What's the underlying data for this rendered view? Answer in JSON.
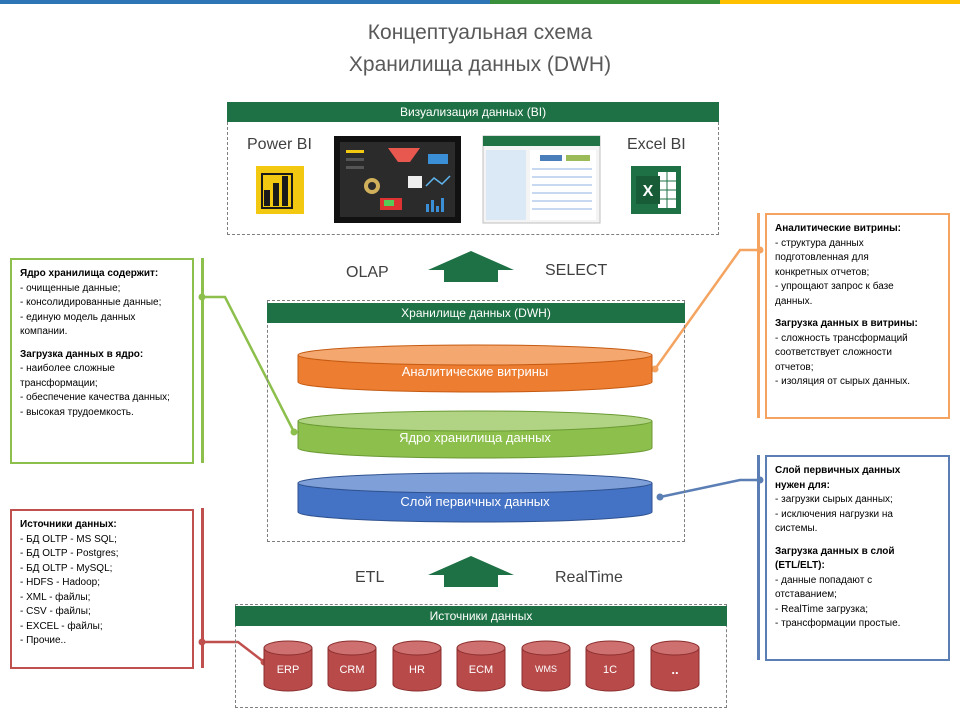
{
  "title": {
    "line1": "Концептуальная схема",
    "line2": "Хранилища данных (DWH)"
  },
  "colors": {
    "green_header": "#1e7145",
    "orange": "#ed7d31",
    "light_green": "#8cbf4b",
    "blue": "#4472c4",
    "red": "#b84a4a",
    "note_green": "#8cbf4b",
    "note_red": "#c0504d"
  },
  "bi": {
    "header": "Визуализация данных (BI)",
    "power_bi": "Power BI",
    "excel_bi": "Excel BI"
  },
  "arrows": {
    "olap": "OLAP",
    "select": "SELECT",
    "etl": "ETL",
    "realtime": "RealTime"
  },
  "dwh": {
    "header": "Хранилище данных (DWH)",
    "layers": [
      "Аналитические витрины",
      "Ядро хранилища данных",
      "Слой первичных данных"
    ]
  },
  "sources": {
    "header": "Источники данных",
    "items": [
      "ERP",
      "CRM",
      "HR",
      "ECM",
      "WMS",
      "1C",
      ".."
    ]
  },
  "notes": {
    "core": {
      "heading1": "Ядро хранилища содержит:",
      "items1": [
        "- очищенные данные;",
        "- консолидированные данные;",
        "- единую модель данных",
        "компании."
      ],
      "heading2": "Загрузка данных в ядро:",
      "items2": [
        "- наиболее сложные",
        "трансформации;",
        "- обеспечение качества данных;",
        "- высокая трудоемкость."
      ]
    },
    "sources": {
      "heading1": "Источники данных:",
      "items1": [
        "- БД OLTP - MS SQL;",
        "- БД OLTP - Postgres;",
        "- БД OLTP - MySQL;",
        "- HDFS - Hadoop;",
        "- XML - файлы;",
        "- CSV - файлы;",
        "- EXCEL - файлы;",
        "- Прочие.."
      ]
    },
    "marts": {
      "heading1": "Аналитические витрины:",
      "items1": [
        "- структура данных",
        "подготовленная для",
        "конкретных отчетов;",
        "- упрощают запрос к базе",
        "данных."
      ],
      "heading2": "Загрузка данных в витрины:",
      "items2": [
        "- сложность трансформаций",
        "соответствует сложности",
        "отчетов;",
        "- изоляция от сырых данных."
      ]
    },
    "raw": {
      "heading1": "Слой первичных данных",
      "heading1b": "нужен для:",
      "items1": [
        "- загрузки сырых данных;",
        "- исключения нагрузки на",
        "системы."
      ],
      "heading2": "Загрузка данных в слой",
      "heading2b": "(ETL/ELT):",
      "items2": [
        "- данные попадают с",
        "отставанием;",
        "- RealTime загрузка;",
        "- трансформации простые."
      ]
    }
  }
}
